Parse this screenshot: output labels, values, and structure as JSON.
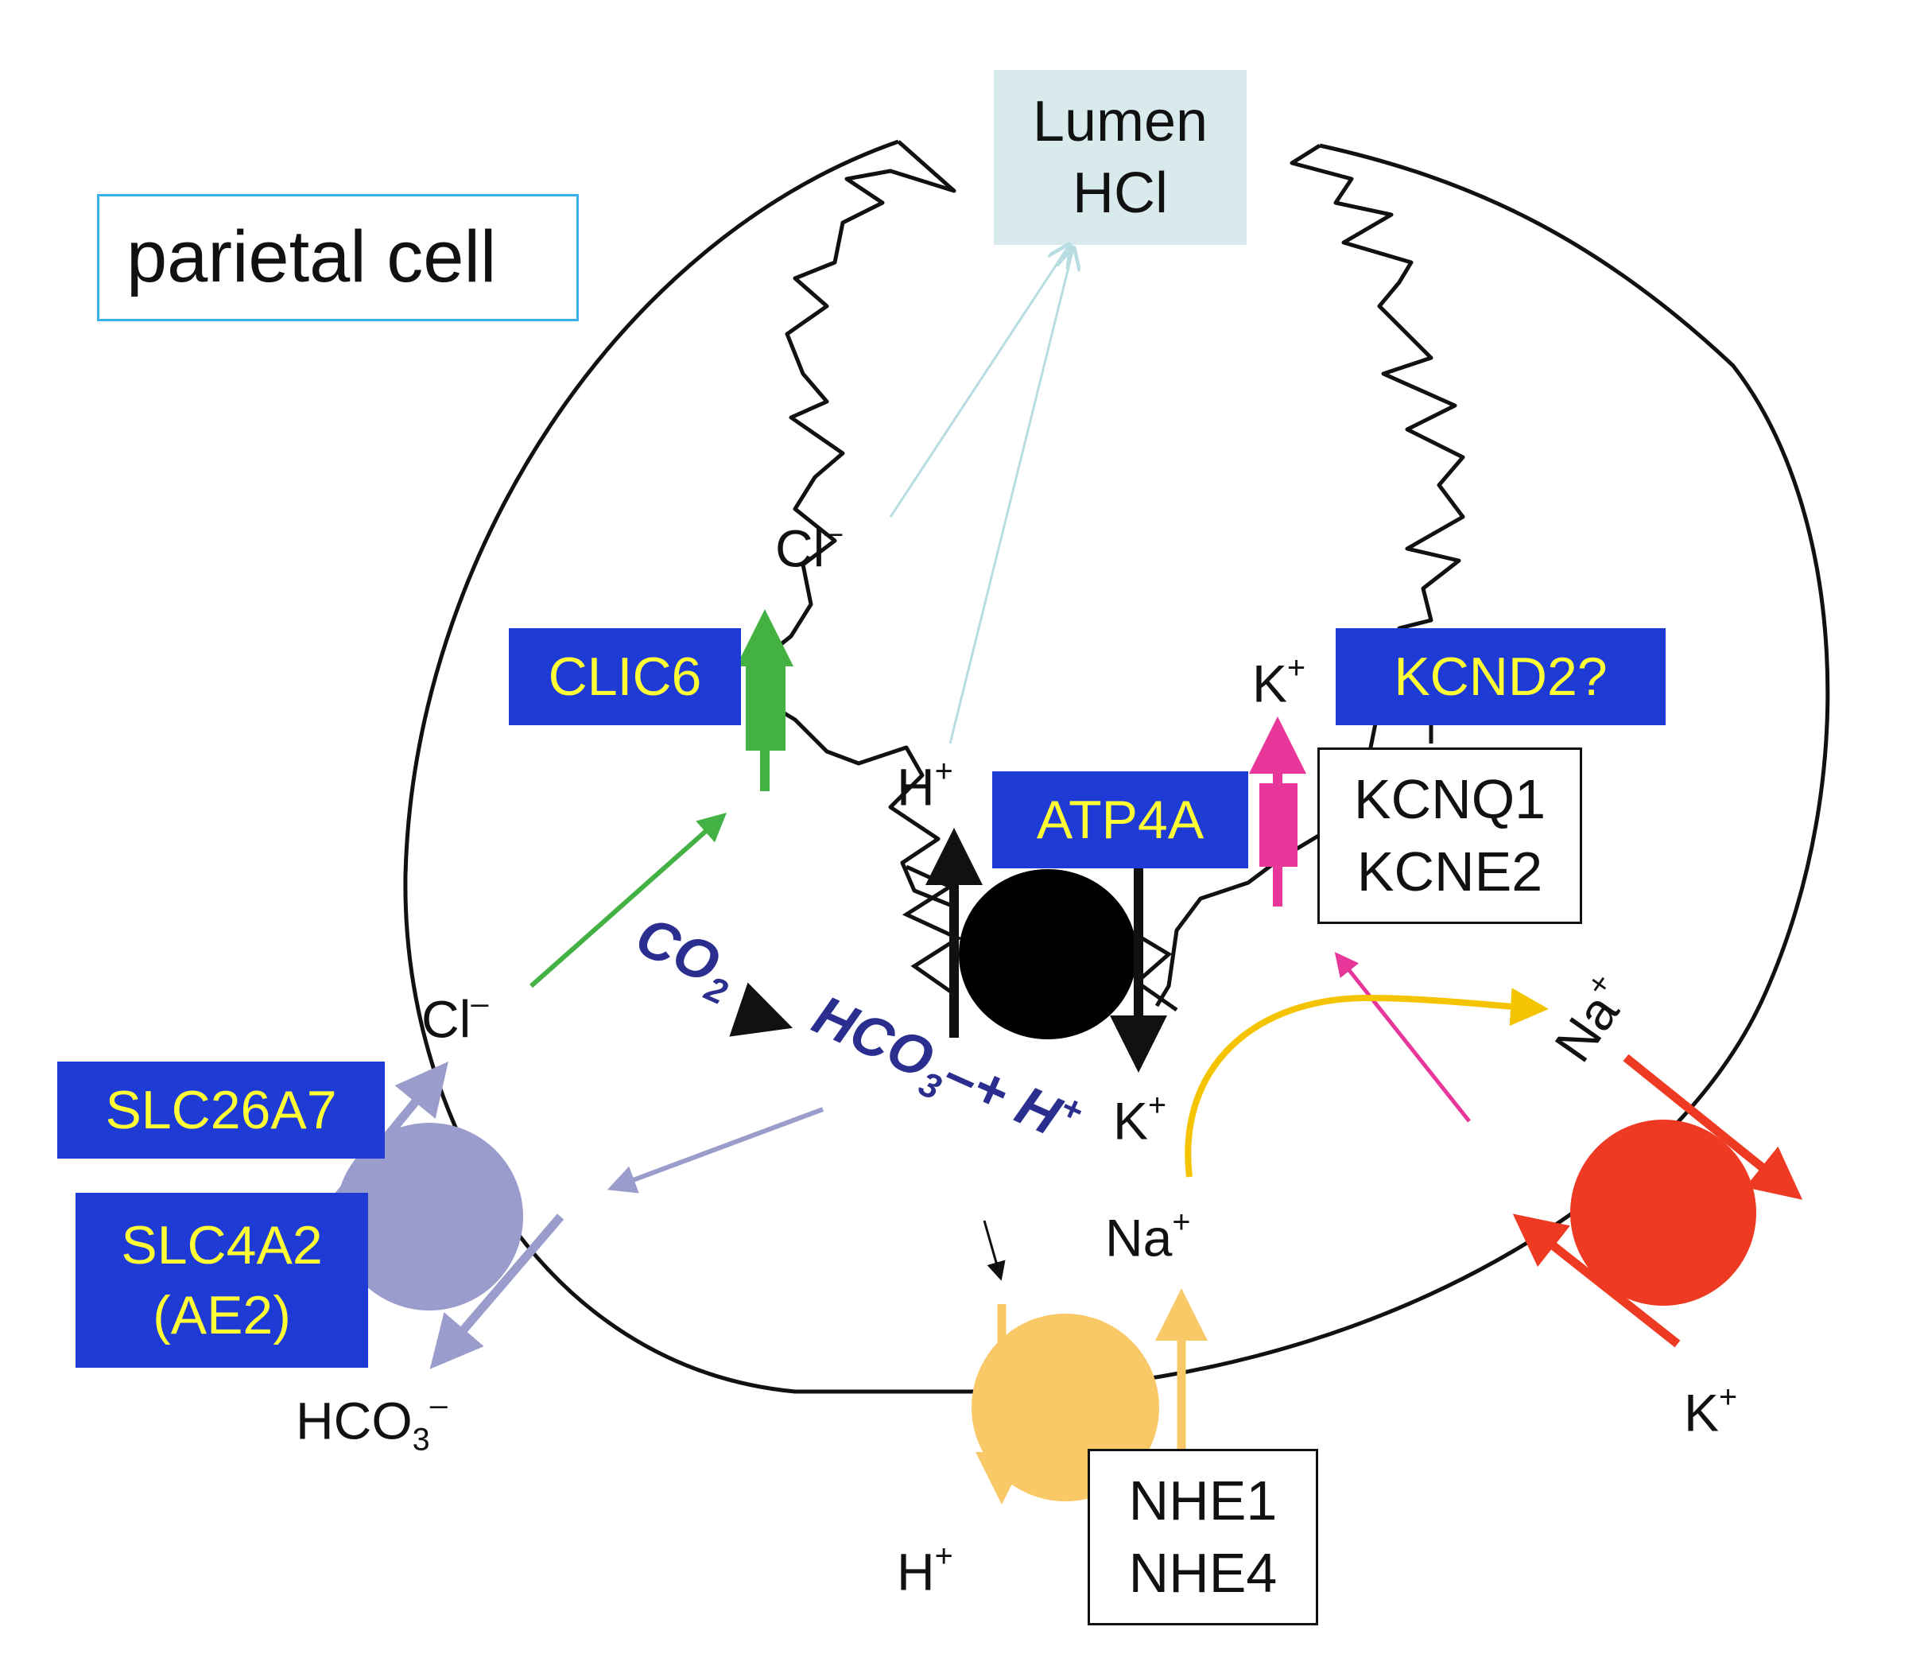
{
  "title": "parietal cell",
  "lumen": {
    "line1": "Lumen",
    "line2": "HCl"
  },
  "transporters": {
    "clic6": "CLIC6",
    "kcnd2": "KCND2?",
    "atp4a": "ATP4A",
    "slc26a7": "SLC26A7",
    "slc4a2_line1": "SLC4A2",
    "slc4a2_line2": "(AE2)",
    "kcnq1": "KCNQ1",
    "kcne2": "KCNE2",
    "nhe1": "NHE1",
    "nhe4": "NHE4"
  },
  "ions": {
    "cl": "Cl",
    "minus": "–",
    "plus": "+",
    "h": "H",
    "k": "K",
    "na": "Na",
    "hco3_main": "HCO",
    "sub3": "3"
  },
  "reaction": {
    "co2": "CO",
    "sub2": "2",
    "hco": "HCO",
    "sub3": "3",
    "rest": "–+ H",
    "plus": "+"
  },
  "colors": {
    "transporter_box": "#1f3bd6",
    "transporter_text": "#ffff33",
    "lumen_box": "#d8eaec",
    "title_border": "#39b0e6",
    "clic6_channel": "#44b144",
    "kcnq1_channel": "#e8369b",
    "anion_exchanger": "#9a9ccb",
    "na_k_atpase": "#ee3a22",
    "nhe_exchanger": "#fac967",
    "atp4a_pump": "#000000",
    "reaction_text": "#2a2f8f",
    "na_arrow": "#f5c400"
  }
}
